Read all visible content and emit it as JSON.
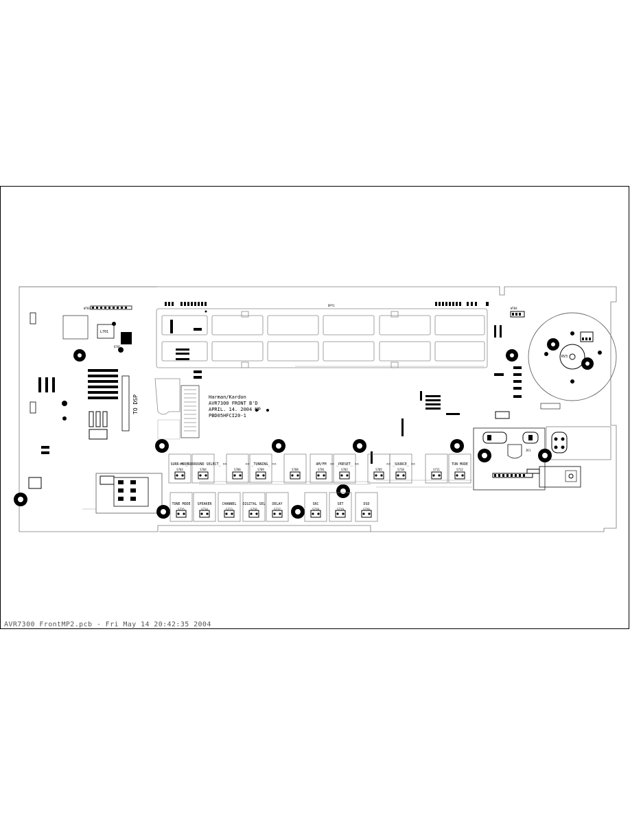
{
  "board_title": {
    "brand": "Harman/Kardon",
    "model": "AVR7300 FRONT B'D",
    "date": "APRIL. 14. 2004 MP",
    "pcb_code": "PBD05HFCI20-1"
  },
  "to_dsp_label": "TO DSP",
  "display_label": "DPY1",
  "footer": "AVR7300 FrontMP2.pcb - Fri May 14 20:42:35 2004",
  "buttons_top": [
    {
      "label": "SURR MODE",
      "ref": "S703"
    },
    {
      "label": "<< _SURROUND SELECT_ >>",
      "ref": "S704"
    },
    {
      "label": "",
      "ref": "S706"
    },
    {
      "label": "<< _TUNNING_ >>",
      "ref": "S709"
    },
    {
      "label": "",
      "ref": "S708"
    },
    {
      "label": "AM/FM",
      "ref": "S701"
    },
    {
      "label": "<< _PRESET_ >>",
      "ref": "S702"
    },
    {
      "label": "",
      "ref": "S705"
    },
    {
      "label": "<< _SOURCE_ >>",
      "ref": "S710"
    },
    {
      "label": "",
      "ref": "S711"
    },
    {
      "label": "TUN MODE",
      "ref": "S712"
    }
  ],
  "buttons_bottom": [
    {
      "label": "TONE MODE",
      "ref": "S715"
    },
    {
      "label": "SPEAKER",
      "ref": "S714"
    },
    {
      "label": "CHANNEL",
      "ref": "S713"
    },
    {
      "label": "DIGITAL SEL",
      "ref": "S716"
    },
    {
      "label": "DELAY",
      "ref": "S717"
    },
    {
      "label": "SRC",
      "ref": "S718"
    },
    {
      "label": "SET",
      "ref": "S719"
    },
    {
      "label": "DSD",
      "ref": "S720"
    }
  ],
  "components": {
    "knob": "RV3",
    "jack": "JK1",
    "transformer": "L701",
    "connector_main": "W703",
    "connector_right": "W704",
    "regulator": "Q701"
  }
}
